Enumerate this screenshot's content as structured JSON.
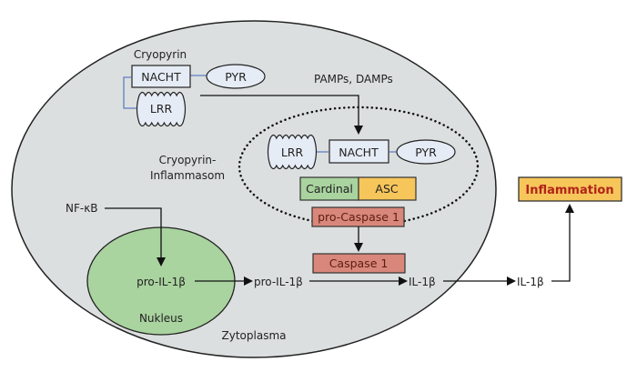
{
  "colors": {
    "cell_fill": "#dcdfdf",
    "cell_stroke": "#222222",
    "nucleus_fill": "#a9d39f",
    "protein_fill": "#e6ecf5",
    "protein_stroke": "#222222",
    "link_line": "#5b7ec2",
    "cardinal_fill": "#a9d39f",
    "asc_fill": "#f6c65b",
    "caspase_fill": "#d9877a",
    "caspase_text": "#5a1d12",
    "inflammation_fill": "#f6c65b",
    "inflammation_text": "#b2231a"
  },
  "labels": {
    "cryopyrin": "Cryopyrin",
    "pamps": "PAMPs, DAMPs",
    "inflammasome_line1": "Cryopyrin-",
    "inflammasome_line2": "Inflammasom",
    "nfkb": "NF-κB",
    "nucleus": "Nukleus",
    "cytoplasm": "Zytoplasma"
  },
  "cryopyrin": {
    "nacht": "NACHT",
    "pyr": "PYR",
    "lrr": "LRR"
  },
  "inflammasome": {
    "lrr": "LRR",
    "nacht": "NACHT",
    "pyr": "PYR",
    "cardinal": "Cardinal",
    "asc": "ASC",
    "pro_caspase": "pro-Caspase 1"
  },
  "caspase": "Caspase 1",
  "pathway": {
    "pro_il_nucleus": "pro-IL-1β",
    "pro_il_cyto": "pro-IL-1β",
    "il_inside": "IL-1β",
    "il_outside": "IL-1β"
  },
  "inflammation": "Inflammation"
}
